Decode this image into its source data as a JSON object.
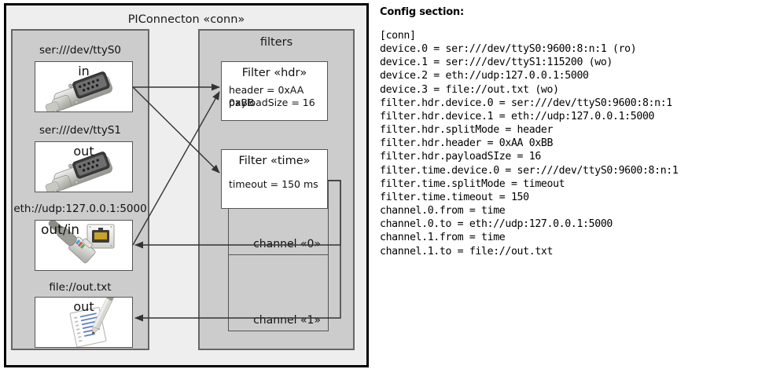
{
  "diagram": {
    "outer": {
      "title": "PIConnecton «conn»"
    },
    "devices_panel": {
      "items": [
        {
          "label": "ser:///dev/ttyS0",
          "direction": "in",
          "icon": "serial-db9-connector-icon",
          "name": "device-ttys0"
        },
        {
          "label": "ser:///dev/ttyS1",
          "direction": "out",
          "icon": "serial-db9-connector-icon",
          "name": "device-ttys1"
        },
        {
          "label": "eth://udp:127.0.0.1:5000",
          "direction": "out/in",
          "icon": "ethernet-rj45-plug-icon",
          "name": "device-eth-udp"
        },
        {
          "label": "file://out.txt",
          "direction": "out",
          "icon": "text-file-pencil-icon",
          "name": "device-file-out"
        }
      ]
    },
    "filters_panel": {
      "title": "filters",
      "filters": [
        {
          "title": "Filter «hdr»",
          "props": [
            "header = 0xAA 0xBB",
            "payloadSize = 16"
          ],
          "name": "filter-hdr"
        },
        {
          "title": "Filter «time»",
          "props": [
            "timeout = 150 ms"
          ],
          "name": "filter-time"
        }
      ],
      "channels": [
        {
          "label": "channel «0»",
          "name": "channel-0"
        },
        {
          "label": "channel «1»",
          "name": "channel-1"
        }
      ]
    }
  },
  "config": {
    "heading": "Config section:",
    "lines": [
      "[conn]",
      "device.0 = ser:///dev/ttyS0:9600:8:n:1 (ro)",
      "device.1 = ser:///dev/ttyS1:115200 (wo)",
      "device.2 = eth://udp:127.0.0.1:5000",
      "device.3 = file://out.txt (wo)",
      "filter.hdr.device.0 = ser:///dev/ttyS0:9600:8:n:1",
      "filter.hdr.device.1 = eth://udp:127.0.0.1:5000",
      "filter.hdr.splitMode = header",
      "filter.hdr.header = 0xAA 0xBB",
      "filter.hdr.payloadSIze = 16",
      "filter.time.device.0 = ser:///dev/ttyS0:9600:8:n:1",
      "filter.time.splitMode = timeout",
      "filter.time.timeout = 150",
      "channel.0.from = time",
      "channel.0.to = eth://udp:127.0.0.1:5000",
      "channel.1.from = time",
      "channel.1.to = file://out.txt"
    ]
  },
  "colors": {
    "panel_fill": "#cccccc",
    "panel_stroke": "#666666",
    "outer_fill": "#eeeeee",
    "outer_stroke": "#000000",
    "card_fill": "#ffffff",
    "wire_stroke": "#333333"
  }
}
